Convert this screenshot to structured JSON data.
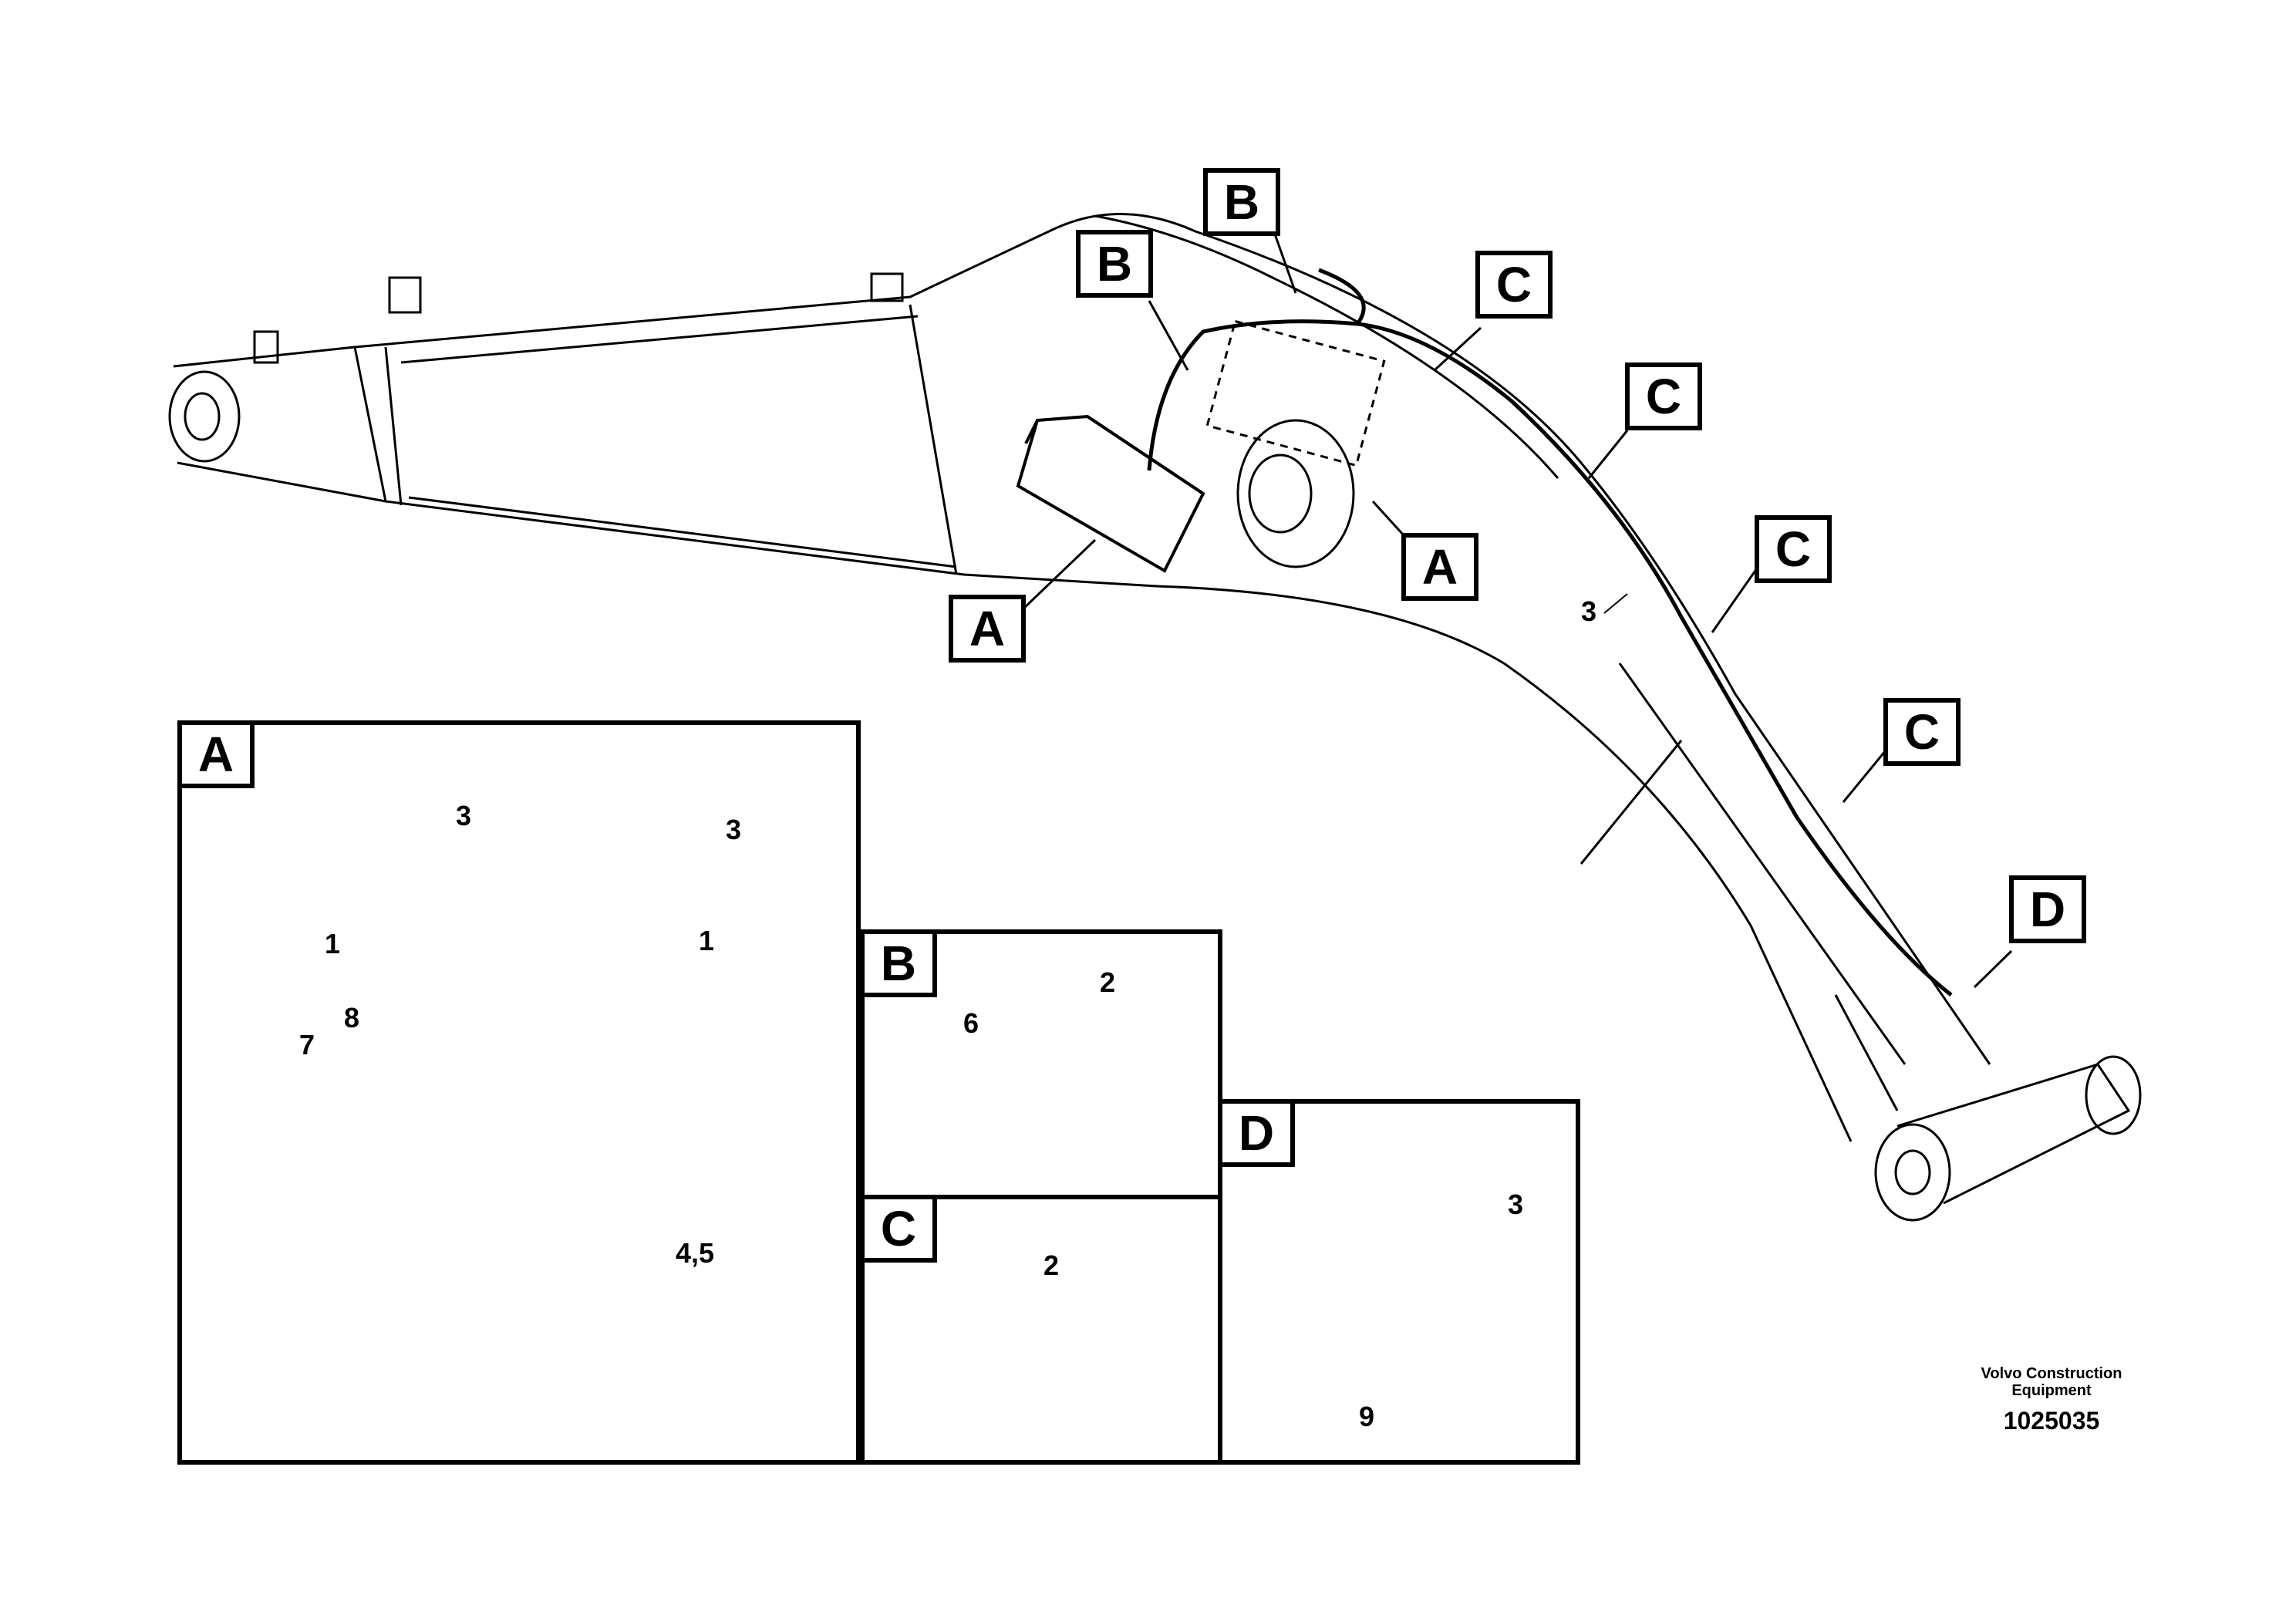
{
  "callouts": {
    "A": "A",
    "B": "B",
    "C": "C",
    "D": "D"
  },
  "panels": {
    "A": {
      "tag": "A",
      "labels": [
        "3",
        "3",
        "1",
        "1",
        "8",
        "7",
        "4,5"
      ]
    },
    "B": {
      "tag": "B",
      "labels": [
        "2",
        "6"
      ]
    },
    "C": {
      "tag": "C",
      "labels": [
        "2"
      ]
    },
    "D": {
      "tag": "D",
      "labels": [
        "3",
        "9"
      ]
    }
  },
  "main_label": "3",
  "footer": {
    "brand_line1": "Volvo Construction",
    "brand_line2": "Equipment",
    "code": "1025035"
  },
  "colors": {
    "line": "#000000",
    "background": "#ffffff"
  }
}
